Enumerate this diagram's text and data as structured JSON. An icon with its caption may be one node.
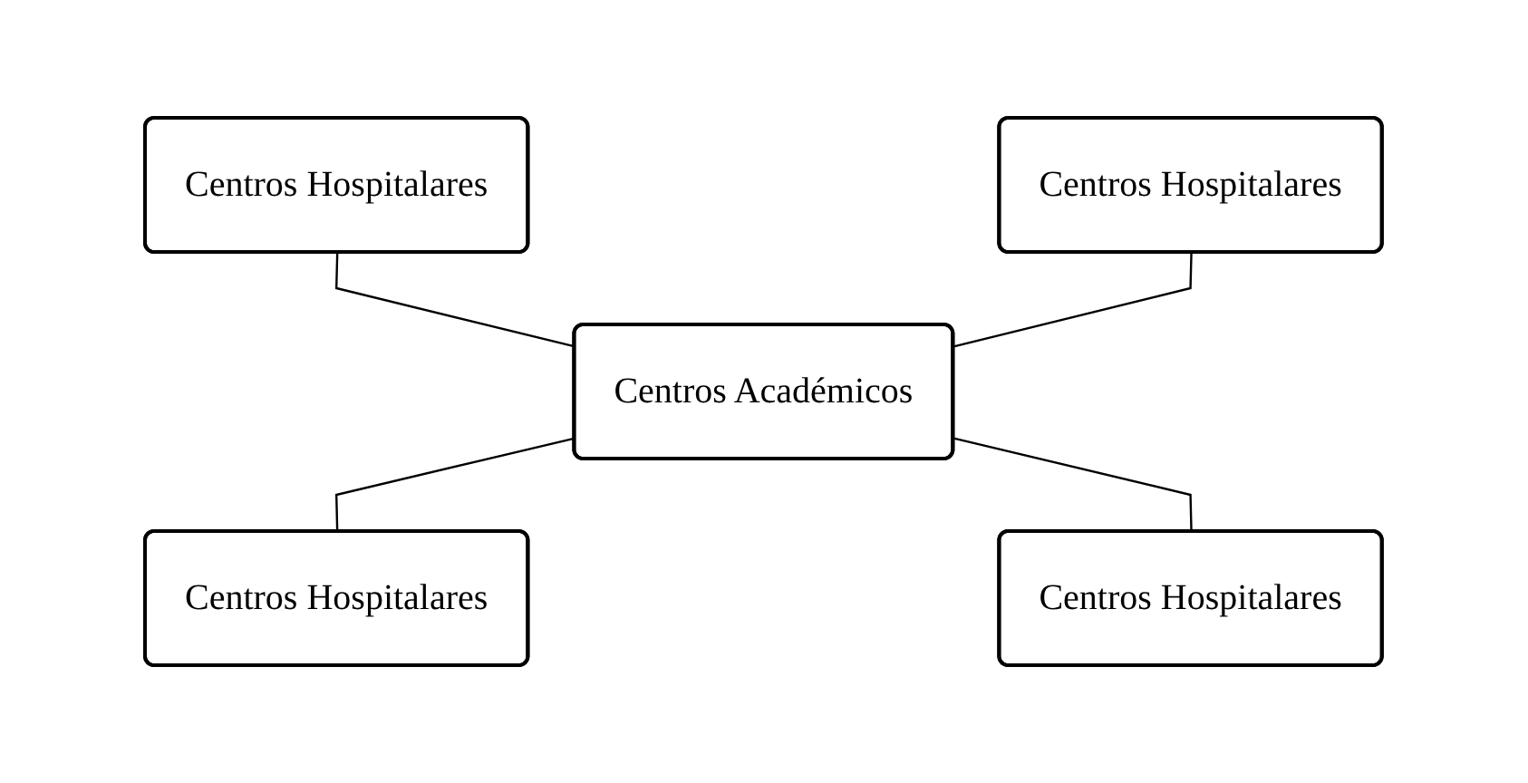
{
  "diagram": {
    "nodes": [
      {
        "text": [
          "Centros Hospitalares"
        ]
      },
      {
        "text": [
          "Centros Hospitalares"
        ]
      },
      {
        "text": [
          "Centros Académicos"
        ]
      },
      {
        "text": [
          "Centros Hospitalares"
        ]
      },
      {
        "text": [
          "Centros Hospitalares"
        ]
      }
    ],
    "edges": [
      {
        "from": 0,
        "to": 2,
        "arrow": "none"
      },
      {
        "from": 1,
        "to": 2,
        "arrow": "none"
      },
      {
        "from": 2,
        "to": 3,
        "arrow": "none"
      },
      {
        "from": 2,
        "to": 4,
        "arrow": "none"
      }
    ]
  }
}
